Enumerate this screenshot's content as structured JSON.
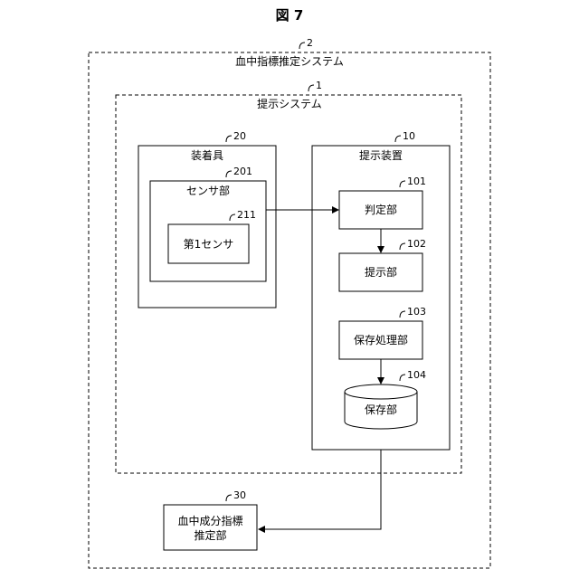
{
  "figure": {
    "title": "図 7"
  },
  "blood_system": {
    "ref": "2",
    "label": "血中指標推定システム"
  },
  "presentation_system": {
    "ref": "1",
    "label": "提示システム"
  },
  "wearable": {
    "ref": "20",
    "label": "装着具"
  },
  "sensor_unit": {
    "ref": "201",
    "label": "センサ部"
  },
  "first_sensor": {
    "ref": "211",
    "label": "第1センサ"
  },
  "presentation_device": {
    "ref": "10",
    "label": "提示装置"
  },
  "judgment_unit": {
    "ref": "101",
    "label": "判定部"
  },
  "presentation_unit": {
    "ref": "102",
    "label": "提示部"
  },
  "storage_processing_unit": {
    "ref": "103",
    "label": "保存処理部"
  },
  "storage_unit": {
    "ref": "104",
    "label": "保存部"
  },
  "estimation_unit": {
    "ref": "30",
    "label_line1": "血中成分指標",
    "label_line2": "推定部"
  }
}
